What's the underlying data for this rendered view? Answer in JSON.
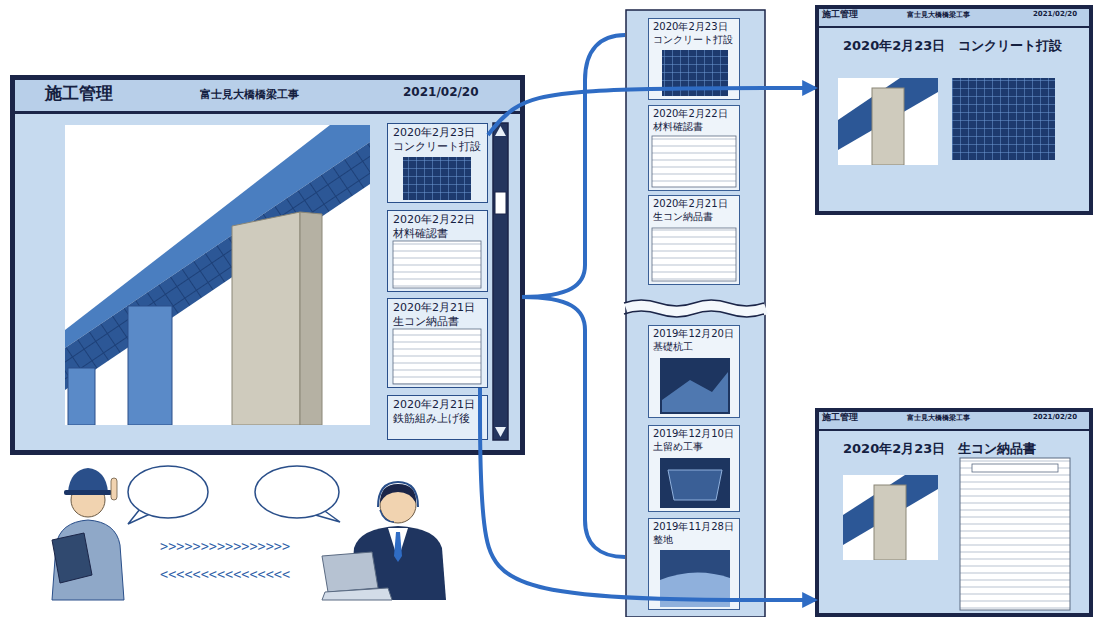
{
  "diagram": {
    "nodes": [
      {
        "text": [
          "施工管理",
          "富士見大橋橋梁工事",
          "2021/02/20"
        ]
      },
      {
        "text": [
          "2020年2月23日",
          "コンクリート打設"
        ],
        "in": 0
      },
      {
        "text": [
          "2020年2月22日",
          "材料確認書"
        ],
        "in": 0
      },
      {
        "text": [
          "2020年2月21日",
          "生コン納品書"
        ],
        "in": 0
      },
      {
        "text": [
          "2020年2月21日",
          "鉄筋組み上げ後"
        ],
        "in": 0
      },
      {
        "text": [
          "2020年2月23日",
          "コンクリート打設"
        ]
      },
      {
        "text": [
          "2020年2月22日",
          "材料確認書"
        ]
      },
      {
        "text": [
          "2020年2月21日",
          "生コン納品書"
        ]
      },
      {
        "text": [
          "2019年12月20日",
          "基礎杭工"
        ]
      },
      {
        "text": [
          "2019年12月10日",
          "土留め工事"
        ]
      },
      {
        "text": [
          "2019年11月28日",
          "整地"
        ]
      },
      {
        "text": [
          "施工管理",
          "富士見大橋橋梁工事",
          "2021/02/20",
          "2020年2月23日　コンクリート打設"
        ]
      },
      {
        "text": [
          "施工管理",
          "富士見大橋橋梁工事",
          "2021/02/20",
          "2020年2月23日　生コン納品書"
        ]
      }
    ],
    "edges": [
      {
        "from": 1,
        "to": 11,
        "arrow": "to"
      },
      {
        "from": 3,
        "to": 12,
        "arrow": "to"
      }
    ],
    "labels": [
      ">>>>>>>>>>>>>>>>",
      "<<<<<<<<<<<<<<<<"
    ]
  }
}
